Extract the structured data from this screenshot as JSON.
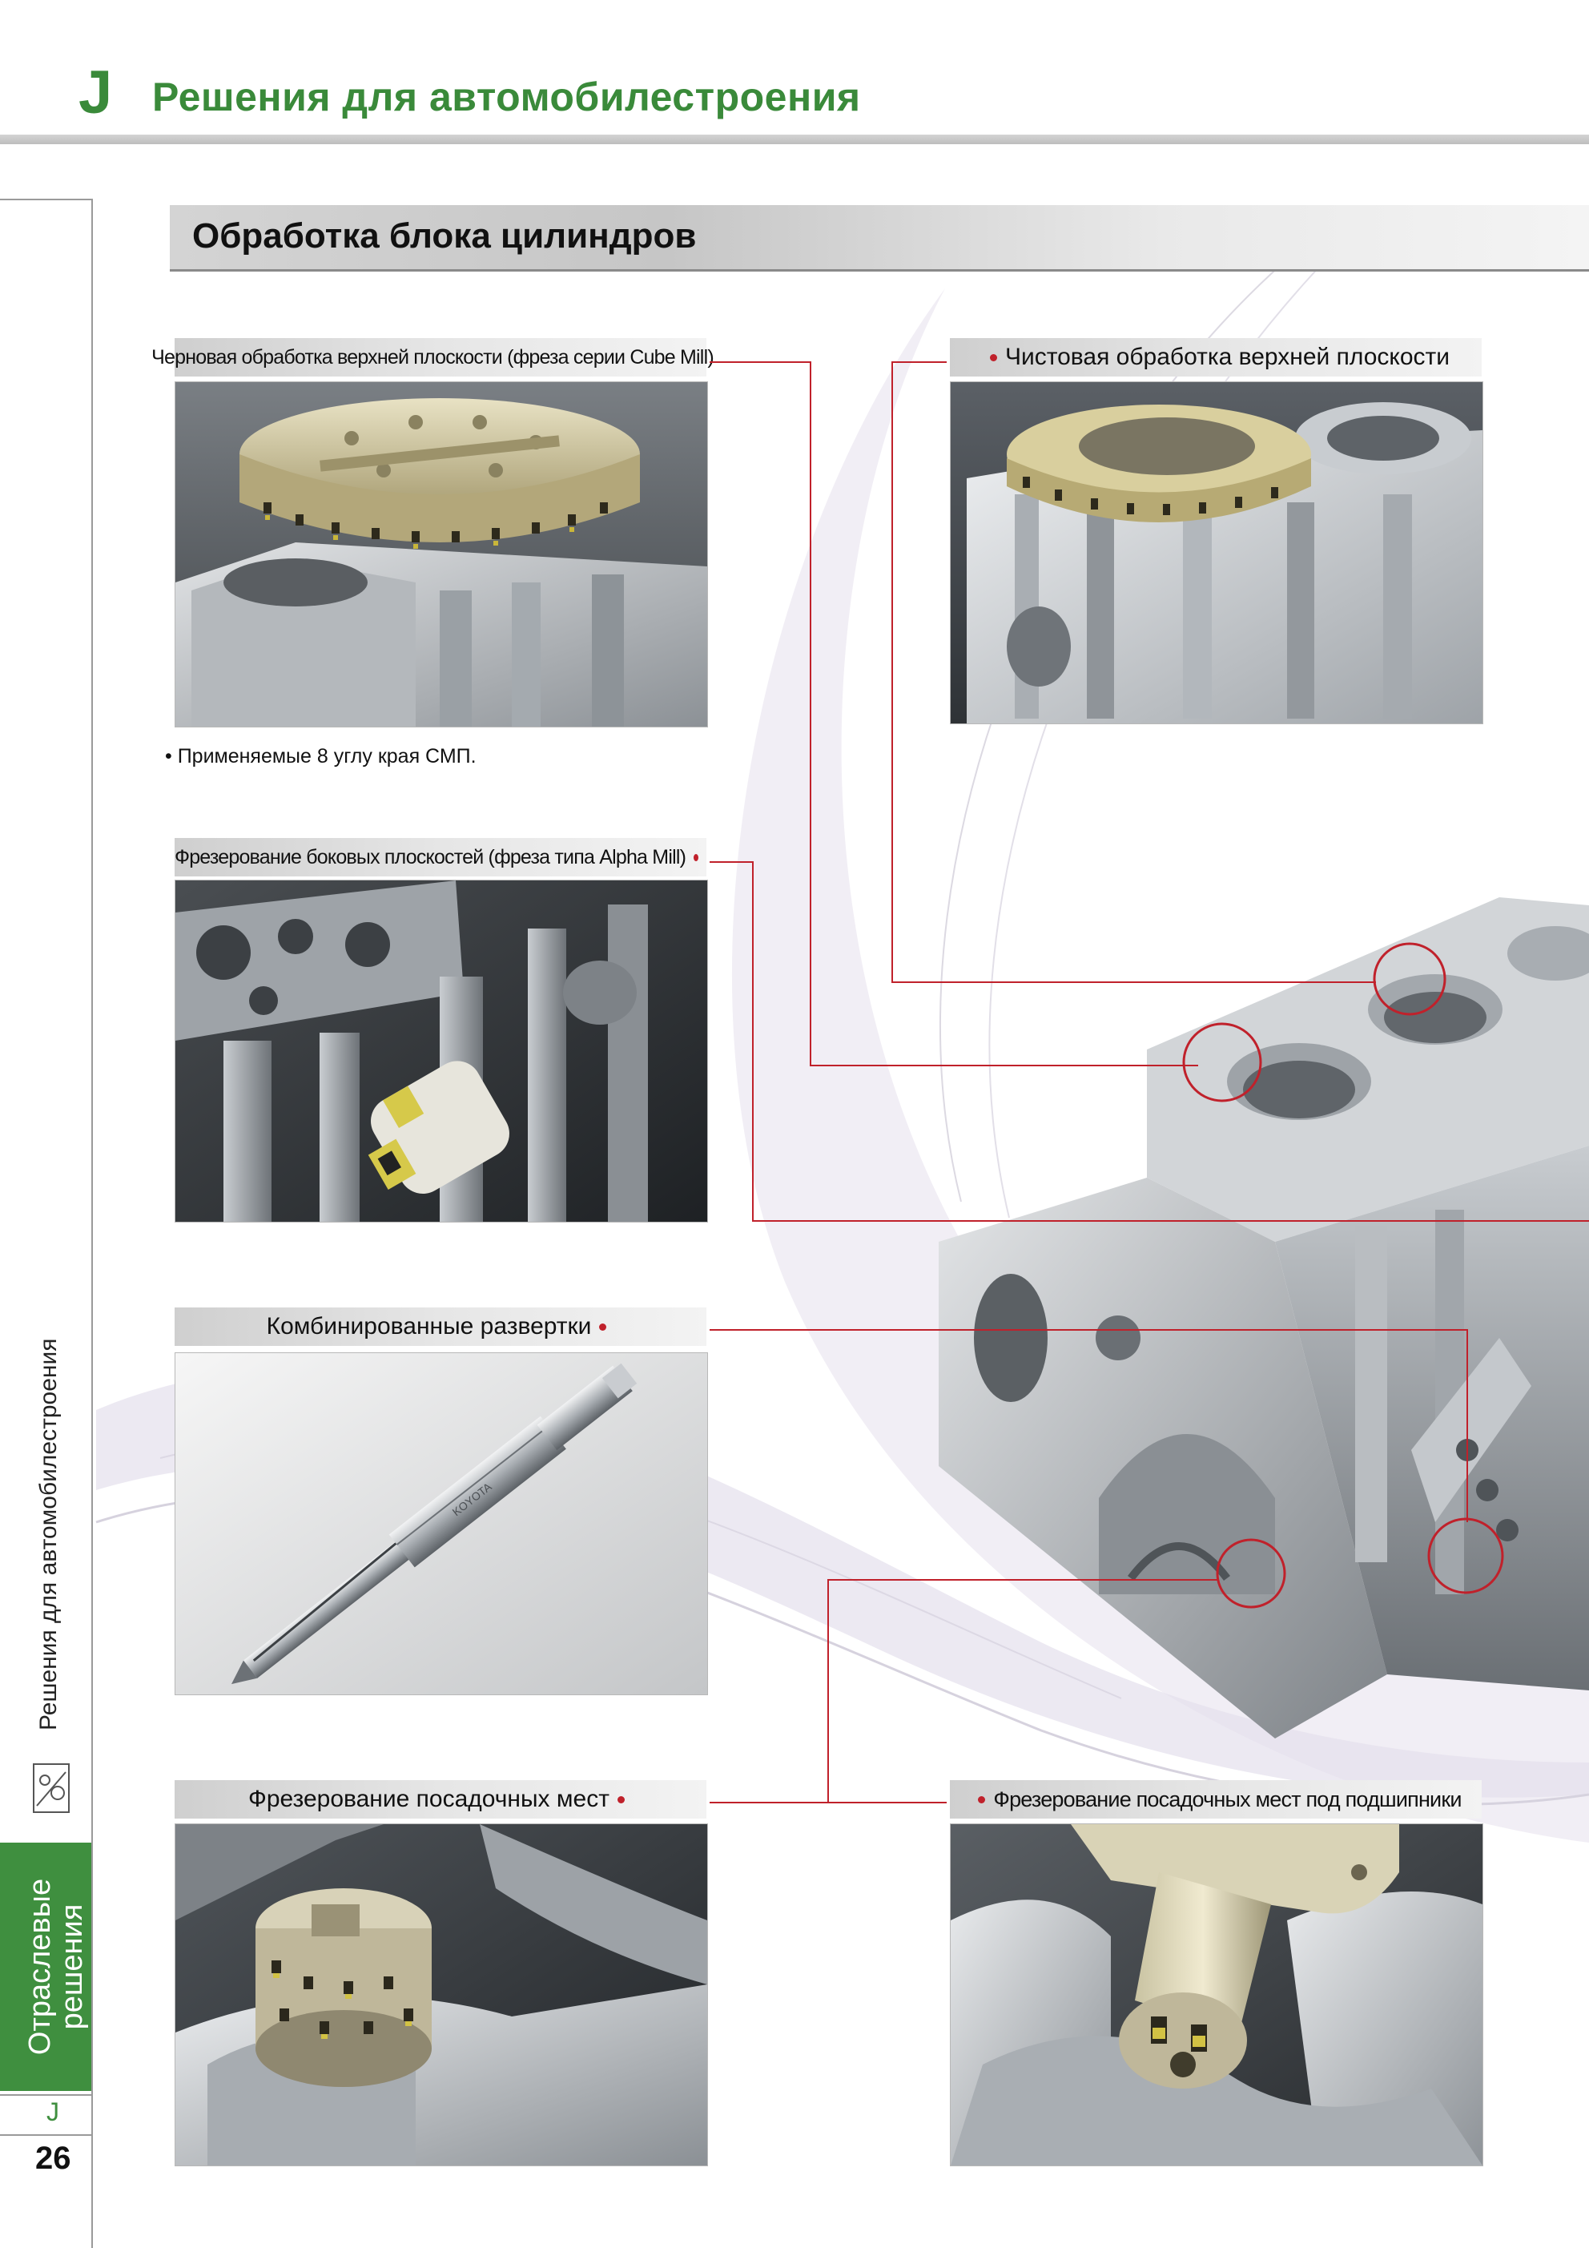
{
  "header": {
    "section_letter": "J",
    "title": "Решения для автомобилестроения"
  },
  "section": {
    "title": "Обработка блока цилиндров"
  },
  "sidebar": {
    "vertical_label": "Решения для автомобилестроения",
    "tab_label_line1": "Отраслевые",
    "tab_label_line2": "решения",
    "tab_letter": "J",
    "page_number": "26"
  },
  "panels": [
    {
      "id": "rough-top-face",
      "caption": "Черновая обработка верхней плоскости (фреза серии Cube Mill)"
    },
    {
      "id": "finish-top-face",
      "caption": "Чистовая обработка верхней плоскости"
    },
    {
      "id": "side-face-milling",
      "caption": "Фрезерование боковых плоскостей (фреза типа Alpha Mill)"
    },
    {
      "id": "combined-reamers",
      "caption": "Комбинированные развертки"
    },
    {
      "id": "seat-milling",
      "caption": "Фрезерование посадочных мест"
    },
    {
      "id": "bearing-seat-milling",
      "caption": "Фрезерование посадочных мест под подшипники"
    }
  ],
  "notes": {
    "insert_note": "• Применяемые 8 углу края СМП."
  },
  "reamer_brand": "KOYOTA",
  "colors": {
    "accent_green": "#3a8a3a",
    "leader_red": "#c0212b"
  }
}
